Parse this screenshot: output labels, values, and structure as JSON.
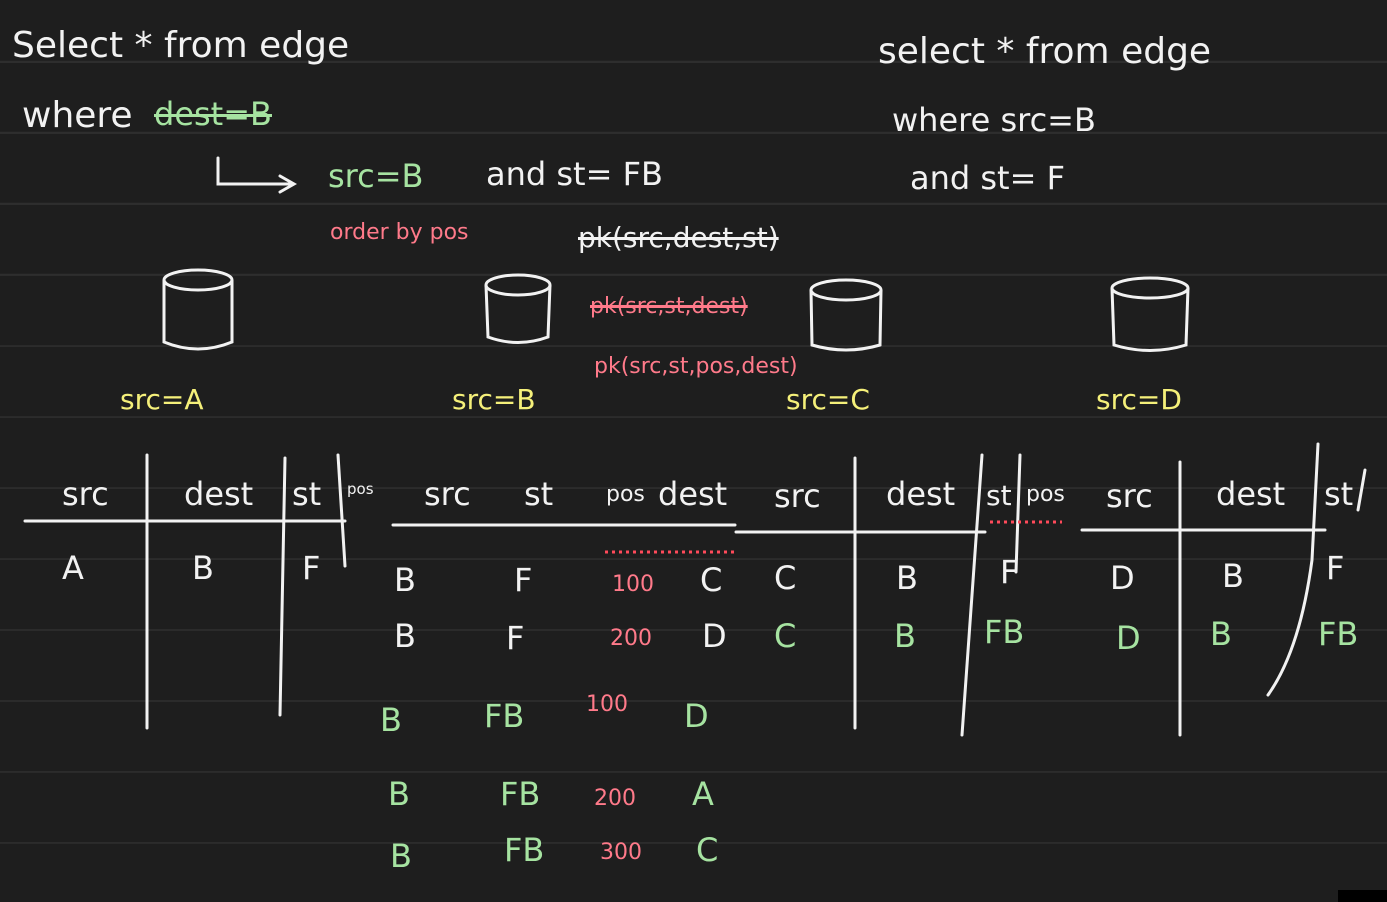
{
  "notes": {
    "left_query": {
      "select": "Select * from edge",
      "where_label": "where",
      "where_struck": "dest=B",
      "arrow_condition": "src=B",
      "and_clause": "and st= FB",
      "order_by": "order by pos"
    },
    "right_query": {
      "select": "select * from edge",
      "where": "where src=B",
      "and_clause": "and st= F"
    },
    "pk_struck_1": "pk(src,dest,st)",
    "pk_struck_2": "pk(src,st,dest)",
    "pk_current": "pk(src,st,pos,dest)"
  },
  "partitions": [
    {
      "label": "src=A"
    },
    {
      "label": "src=B"
    },
    {
      "label": "src=C"
    },
    {
      "label": "src=D"
    }
  ],
  "tables": {
    "A": {
      "headers": [
        "src",
        "dest",
        "st"
      ],
      "extra_header": "pos",
      "rows": [
        [
          "A",
          "B",
          "F"
        ]
      ]
    },
    "B": {
      "headers": [
        "src",
        "st",
        "pos",
        "dest"
      ],
      "rows": [
        [
          "B",
          "F",
          "100",
          "C"
        ],
        [
          "B",
          "F",
          "200",
          "D"
        ],
        [
          "B",
          "FB",
          "100",
          "D"
        ],
        [
          "B",
          "FB",
          "200",
          "A"
        ],
        [
          "B",
          "FB",
          "300",
          "C"
        ]
      ]
    },
    "C": {
      "headers": [
        "src",
        "dest",
        "st",
        "pos"
      ],
      "rows": [
        [
          "C",
          "B",
          "F"
        ],
        [
          "C",
          "B",
          "FB"
        ]
      ]
    },
    "D": {
      "headers": [
        "src",
        "dest",
        "st"
      ],
      "rows": [
        [
          "D",
          "B",
          "F"
        ],
        [
          "D",
          "B",
          "FB"
        ]
      ]
    }
  },
  "colors": {
    "background": "#1e1e1e",
    "white_ink": "#f2f2f2",
    "green_ink": "#a6e3a1",
    "yellow_ink": "#f5f07a",
    "pink_ink": "#ff7a8a"
  }
}
